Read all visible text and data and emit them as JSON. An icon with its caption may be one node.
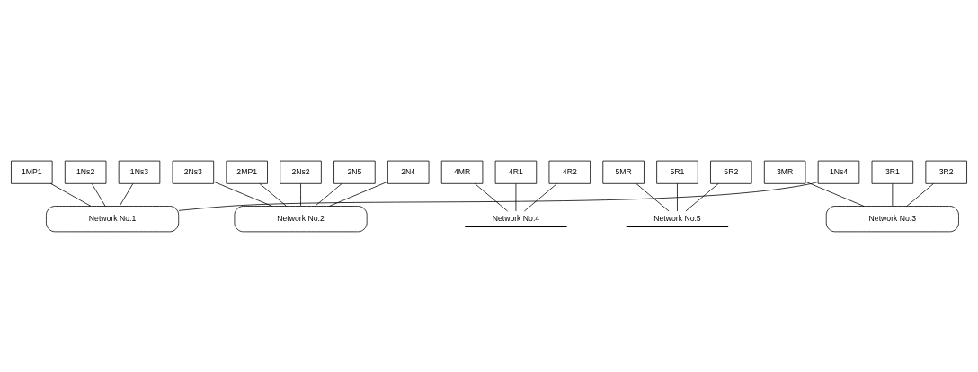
{
  "diagram": {
    "nodes": [
      {
        "text": [
          "1MP1"
        ]
      },
      {
        "text": [
          "1Ns2"
        ]
      },
      {
        "text": [
          "2MP1"
        ]
      },
      {
        "text": [
          "4R1"
        ]
      },
      {
        "text": [
          "4R2"
        ]
      },
      {
        "text": [
          "2Ns2"
        ]
      },
      {
        "text": [
          "4MR"
        ]
      },
      {
        "text": [
          "Network No.4"
        ]
      },
      {
        "text": [
          "Network No.1"
        ]
      },
      {
        "text": [
          "Network No.2"
        ]
      },
      {
        "text": [
          "3MR"
        ]
      },
      {
        "text": [
          "1Ns4"
        ]
      },
      {
        "text": [
          "1Ns3"
        ]
      },
      {
        "text": [
          "2N5"
        ]
      },
      {
        "text": [
          "2N4"
        ]
      },
      {
        "text": [
          "2Ns3"
        ]
      },
      {
        "text": [
          "5MR"
        ]
      },
      {
        "text": [
          "Network No.5"
        ]
      },
      {
        "text": [
          "Network No.3"
        ]
      },
      {
        "text": [
          "3R1"
        ]
      },
      {
        "text": [
          "3R2"
        ]
      },
      {
        "text": [
          "5R1"
        ]
      },
      {
        "text": [
          "5R2"
        ]
      }
    ],
    "edges": [
      {
        "from": 0,
        "to": 8,
        "arrow": "none"
      },
      {
        "from": 1,
        "to": 8,
        "arrow": "none"
      },
      {
        "from": 2,
        "to": 9,
        "arrow": "none"
      },
      {
        "from": 3,
        "to": 7,
        "arrow": "none"
      },
      {
        "from": 4,
        "to": 7,
        "arrow": "none"
      },
      {
        "from": 6,
        "to": 7,
        "arrow": "none"
      },
      {
        "from": 5,
        "to": 9,
        "arrow": "none"
      },
      {
        "from": 11,
        "to": 8,
        "arrow": "none"
      },
      {
        "from": 12,
        "to": 8,
        "arrow": "none"
      },
      {
        "from": 13,
        "to": 9,
        "arrow": "none"
      },
      {
        "from": 14,
        "to": 9,
        "arrow": "none"
      },
      {
        "from": 15,
        "to": 9,
        "arrow": "none"
      },
      {
        "from": 16,
        "to": 17,
        "arrow": "none"
      },
      {
        "from": 10,
        "to": 18,
        "arrow": "none"
      },
      {
        "from": 19,
        "to": 18,
        "arrow": "none"
      },
      {
        "from": 20,
        "to": 18,
        "arrow": "none"
      },
      {
        "from": 21,
        "to": 17,
        "arrow": "none"
      },
      {
        "from": 22,
        "to": 17,
        "arrow": "none"
      }
    ]
  }
}
